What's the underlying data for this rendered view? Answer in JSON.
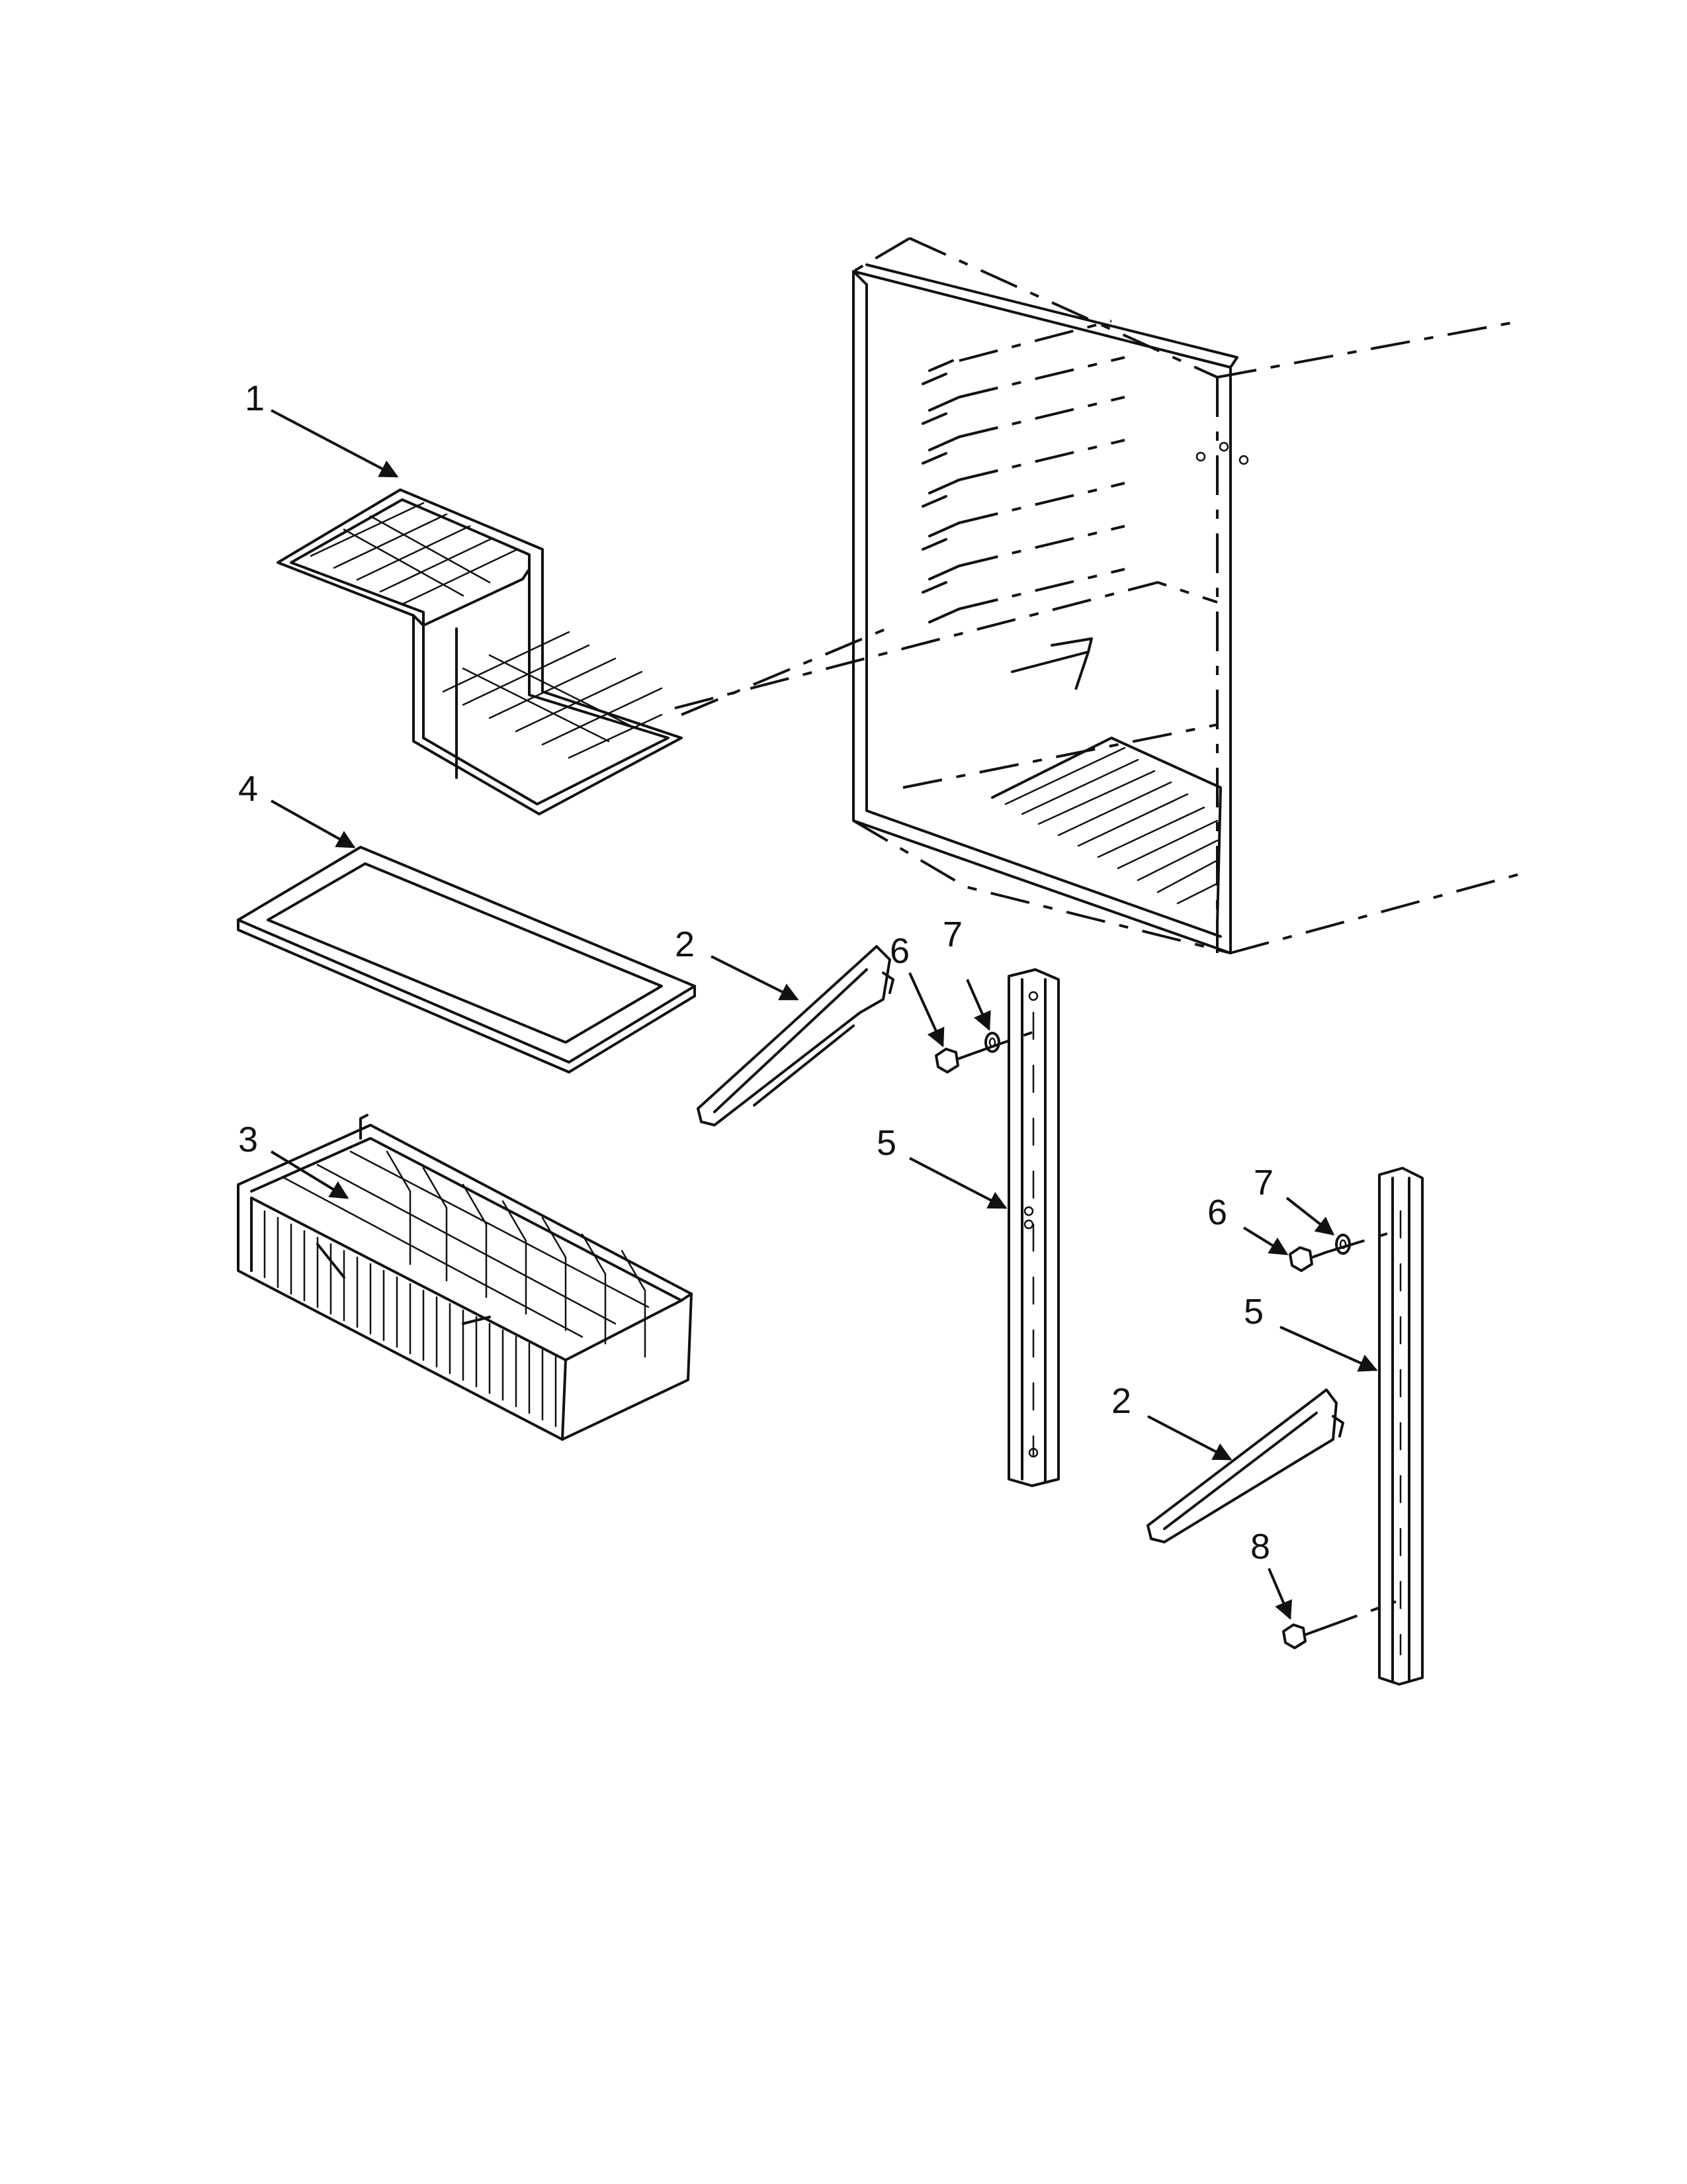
{
  "callouts": {
    "rack_top": "1",
    "bracket_left": "2",
    "bracket_right": "2",
    "basket": "3",
    "glass_shelf": "4",
    "standard_left": "5",
    "standard_right": "5",
    "screw_left": "6",
    "screw_right": "6",
    "washer_left": "7",
    "washer_right": "7",
    "screw_bottom": "8"
  }
}
